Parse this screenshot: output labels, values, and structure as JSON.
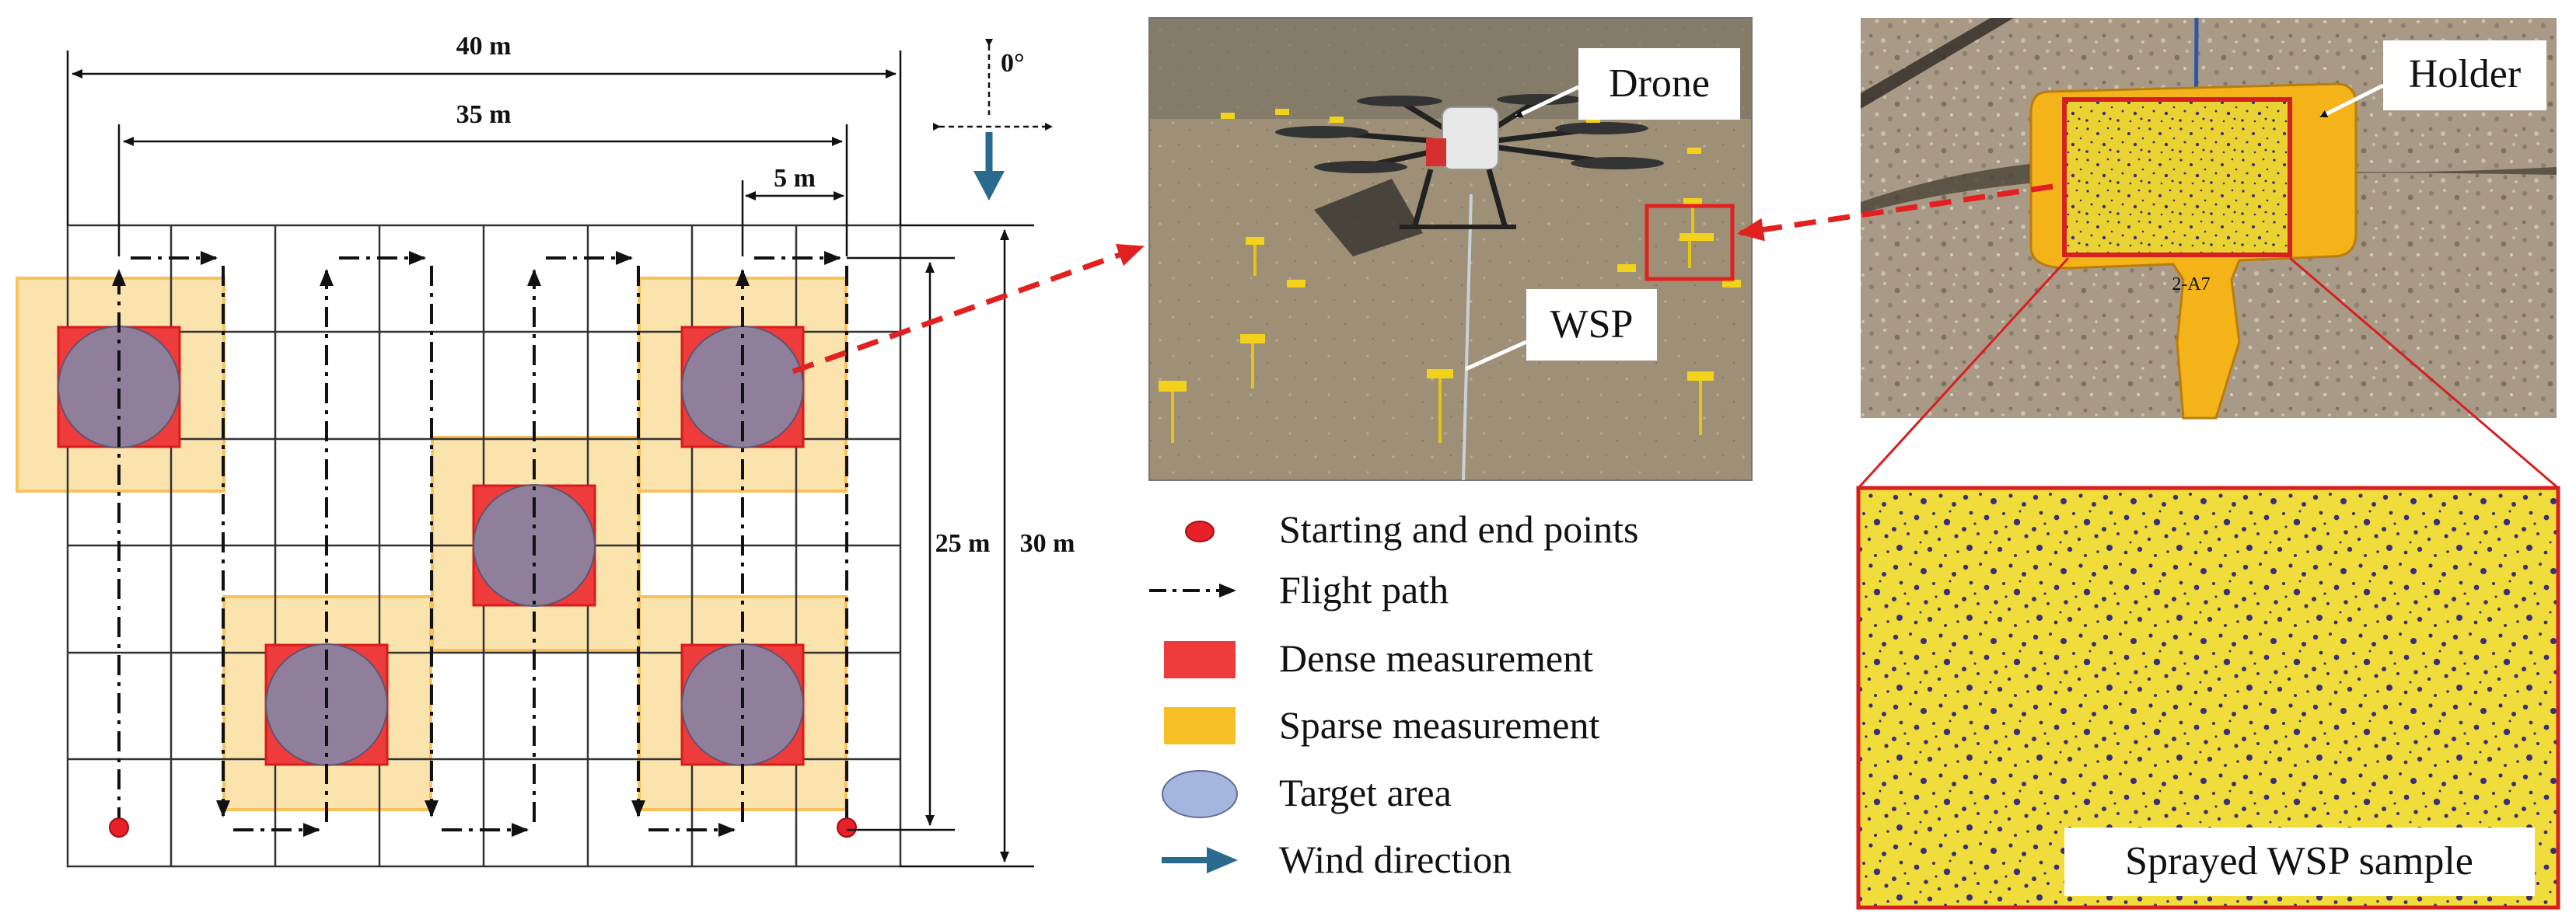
{
  "field_plan": {
    "dimensions": {
      "width_total": "40 m",
      "width_flight": "35 m",
      "row_spacing": "5 m",
      "height_flight": "25 m",
      "height_total": "30 m"
    },
    "compass": {
      "label": "0°"
    }
  },
  "photos": {
    "drone_photo": {
      "callout_drone": "Drone",
      "callout_wsp": "WSP"
    },
    "holder_photo": {
      "callout_holder": "Holder",
      "card_marking": "2-A7"
    },
    "sample_photo": {
      "caption": "Sprayed WSP sample"
    }
  },
  "legend": {
    "items": [
      {
        "key": "start_end",
        "label": "Starting and end points"
      },
      {
        "key": "flight_path",
        "label": "Flight path"
      },
      {
        "key": "dense",
        "label": "Dense measurement"
      },
      {
        "key": "sparse",
        "label": "Sparse measurement"
      },
      {
        "key": "target",
        "label": "Target area"
      },
      {
        "key": "wind",
        "label": "Wind direction"
      }
    ]
  },
  "colors": {
    "sparse": "#fbe3ad",
    "sparse_border": "#f7c25b",
    "dense": "#ee3b3b",
    "target": "#8f7f9b",
    "target_legend": "#a4b6de",
    "point": "#e8202a",
    "wind": "#2a6a8f",
    "grid": "#333333",
    "wsp_yellow": "#f0dd3c",
    "droplet": "#3a2f78",
    "arrow_red": "#e32020"
  }
}
